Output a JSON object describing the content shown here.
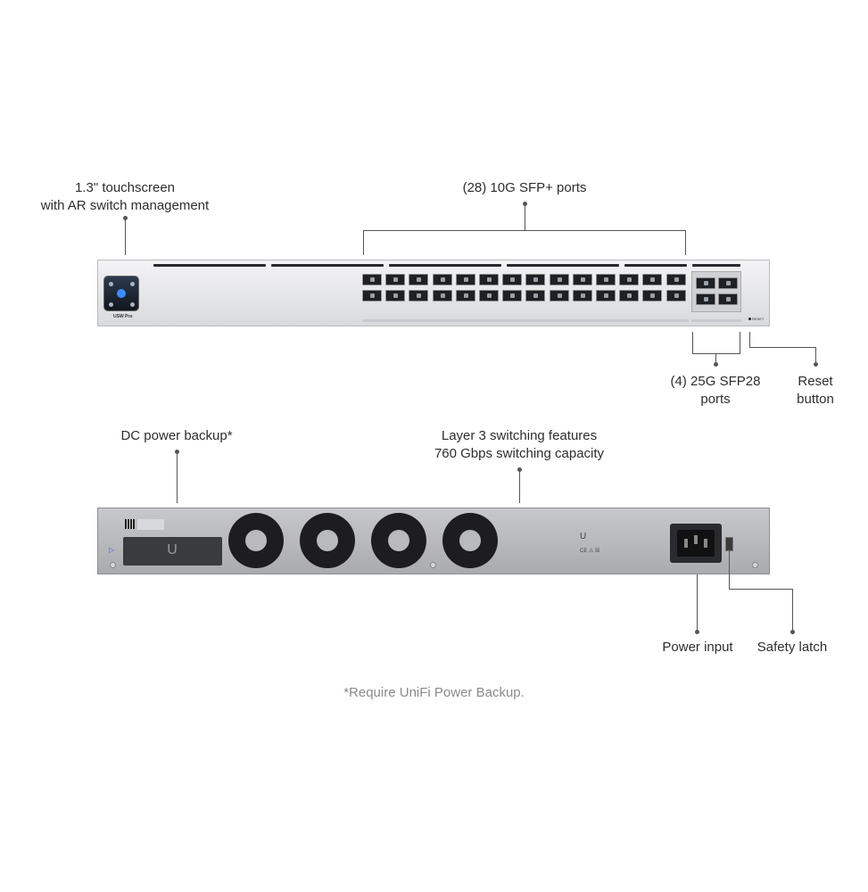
{
  "front": {
    "touchscreen_label": [
      "1.3\" touchscreen",
      "with AR switch management"
    ],
    "sfp_plus_label": "(28) 10G SFP+ ports",
    "sfp28_label": [
      "(4) 25G SFP28",
      "ports"
    ],
    "reset_label": [
      "Reset",
      "button"
    ],
    "model_text": "USW Pro",
    "reset_silk": "RESET"
  },
  "rear": {
    "dc_label": "DC power backup*",
    "layer3_label": [
      "Layer 3 switching features",
      "760 Gbps switching capacity"
    ],
    "power_input_label": "Power input",
    "safety_latch_label": "Safety latch"
  },
  "footnote": "*Require UniFi Power Backup."
}
